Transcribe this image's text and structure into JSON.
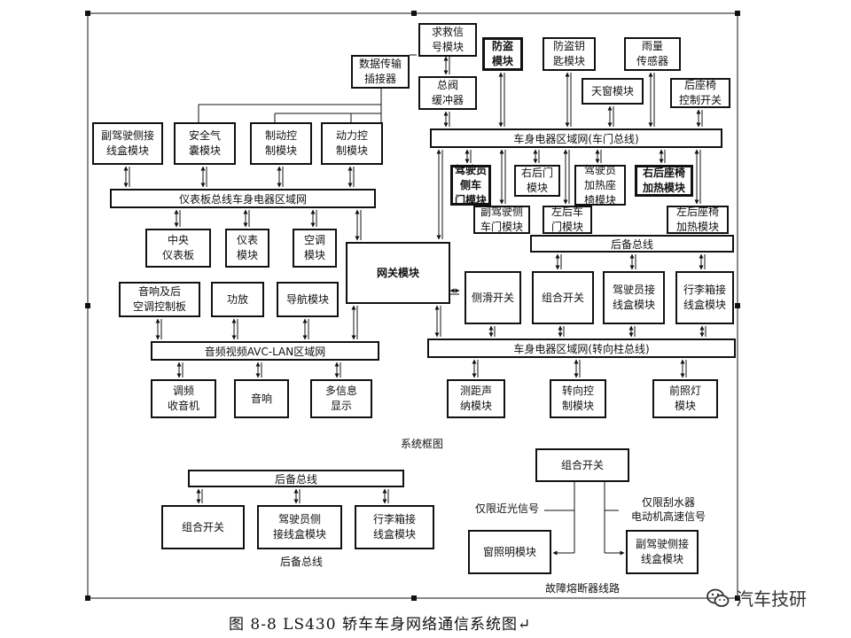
{
  "diagram": {
    "frame_labels": {
      "system": "系统框图",
      "fuse": "故障熔断器线路",
      "backup_bottom": "后备总线"
    },
    "buses": {
      "instrument": "仪表板总线车身电器区域网",
      "avc": "音频视频AVC-LAN区域网",
      "door": "车身电器区域网(车门总线)",
      "steering": "车身电器区域网(转向柱总线)",
      "backup": "后备总线",
      "backup2": "后备总线"
    },
    "nodes": {
      "data_link": "数据传输\n插接器",
      "rescue": "求救信\n号模块",
      "valve": "总阀\n缓冲器",
      "antitheft": "防盗\n模块",
      "antitheft_key": "防盗钥\n匙模块",
      "rain": "雨量\n传感器",
      "sunroof": "天窗模块",
      "rear_seat_switch": "后座椅\n控制开关",
      "pass_jb": "副驾驶侧接\n线盒模块",
      "airbag": "安全气\n囊模块",
      "brake": "制动控\n制模块",
      "power": "动力控\n制模块",
      "driver_door": "驾驶员\n侧车\n门模块",
      "rr_door": "右后门\n模块",
      "driver_heat": "驾驶员\n加热座\n椅模块",
      "rr_heat": "右后座椅\n加热模块",
      "pass_door": "副驾驶侧\n车门模块",
      "lr_door": "左后车\n门模块",
      "lr_heat": "左后座椅\n加热模块",
      "center_panel": "中央\n仪表板",
      "meter": "仪表\n模块",
      "ac": "空调\n模块",
      "gateway": "网关模块",
      "audio_ac": "音响及后\n空调控制板",
      "amp": "功放",
      "nav": "导航模块",
      "yaw": "侧滑开关",
      "combo": "组合开关",
      "driver_jb": "驾驶员接\n线盒模块",
      "trunk_jb": "行李箱接\n线盒模块",
      "radio": "调频\n收音机",
      "speaker": "音响",
      "multi": "多信息\n显示",
      "sonar": "测距声\n纳模块",
      "turn": "转向控\n制模块",
      "headlamp": "前照灯\n模块",
      "b_combo": "组合开关",
      "b_driver_jb": "驾驶员侧\n接线盒模块",
      "b_trunk_jb": "行李箱接\n线盒模块",
      "f_combo": "组合开关",
      "f_light": "窗照明模块",
      "f_pass_jb": "副驾驶侧接\n线盒模块"
    },
    "signals": {
      "low_beam": "仅限近光信号",
      "wiper": "仅限刮水器\n电动机高速信号"
    }
  },
  "caption": "图 8-8  LS430 轿车车身网络通信系统图↵",
  "watermark": {
    "text": "汽车技研",
    "icon": "wechat-icon"
  }
}
